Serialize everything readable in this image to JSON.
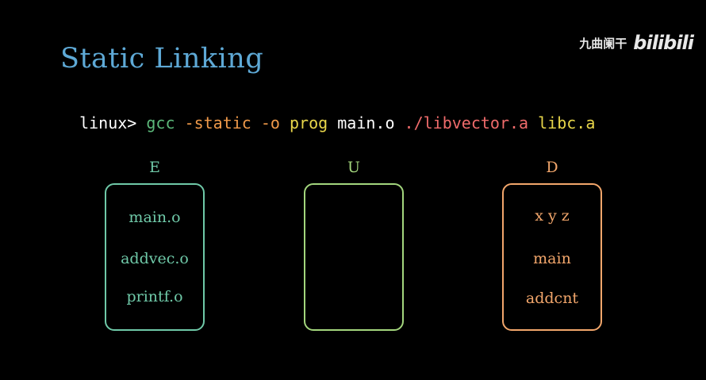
{
  "title": "Static Linking",
  "watermark": {
    "name": "九曲阑干",
    "logo": "bilibili"
  },
  "command": [
    {
      "text": "linux> ",
      "color": "#ffffff"
    },
    {
      "text": "gcc ",
      "color": "#5cb87a"
    },
    {
      "text": "-static -o ",
      "color": "#f09a4a"
    },
    {
      "text": "prog ",
      "color": "#e8d64a"
    },
    {
      "text": "main.o ",
      "color": "#ffffff"
    },
    {
      "text": "./libvector.a ",
      "color": "#ef6b6b"
    },
    {
      "text": "libc.a",
      "color": "#e8d64a"
    }
  ],
  "sets": {
    "E": {
      "label": "E",
      "color": "#6fc9a8",
      "items": [
        "main.o",
        "addvec.o",
        "printf.o"
      ]
    },
    "U": {
      "label": "U",
      "color": "#a3d67d",
      "items": []
    },
    "D": {
      "label": "D",
      "color": "#f2a66b",
      "items": [
        "x y z",
        "main",
        "addcnt"
      ]
    }
  }
}
